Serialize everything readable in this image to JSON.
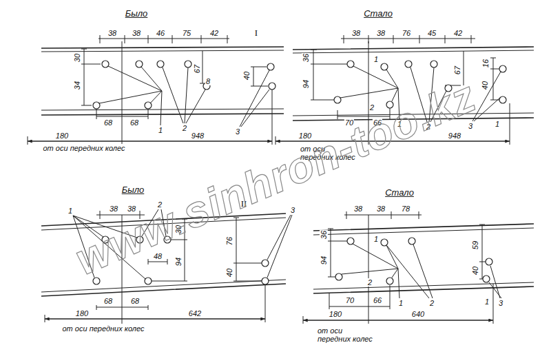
{
  "diagram": {
    "labels": [
      "Было",
      "I",
      "38",
      "38",
      "46",
      "75",
      "42",
      "30",
      "34",
      "67",
      "8",
      "40",
      "68",
      "68",
      "1",
      "2",
      "3",
      "180",
      "948",
      "от оси передних колес",
      "Стало",
      "38",
      "38",
      "76",
      "45",
      "42",
      "36",
      "1",
      "94",
      "67",
      "16",
      "40",
      "2",
      "70",
      "66",
      "1",
      "2",
      "3",
      "1",
      "180",
      "948",
      "от оси передних колес",
      "Было",
      "II",
      "1",
      "38",
      "38",
      "2",
      "3",
      "30",
      "48",
      "76",
      "94",
      "40",
      "68",
      "68",
      "180",
      "642",
      "от оси передних колес",
      "Стало",
      "38",
      "38",
      "78",
      "36",
      "1",
      "94",
      "59",
      "40",
      "2",
      "70",
      "66",
      "1",
      "2",
      "1",
      "3",
      "180",
      "640",
      "от оси передних колес",
      "www.sinhron-too.kz"
    ]
  }
}
